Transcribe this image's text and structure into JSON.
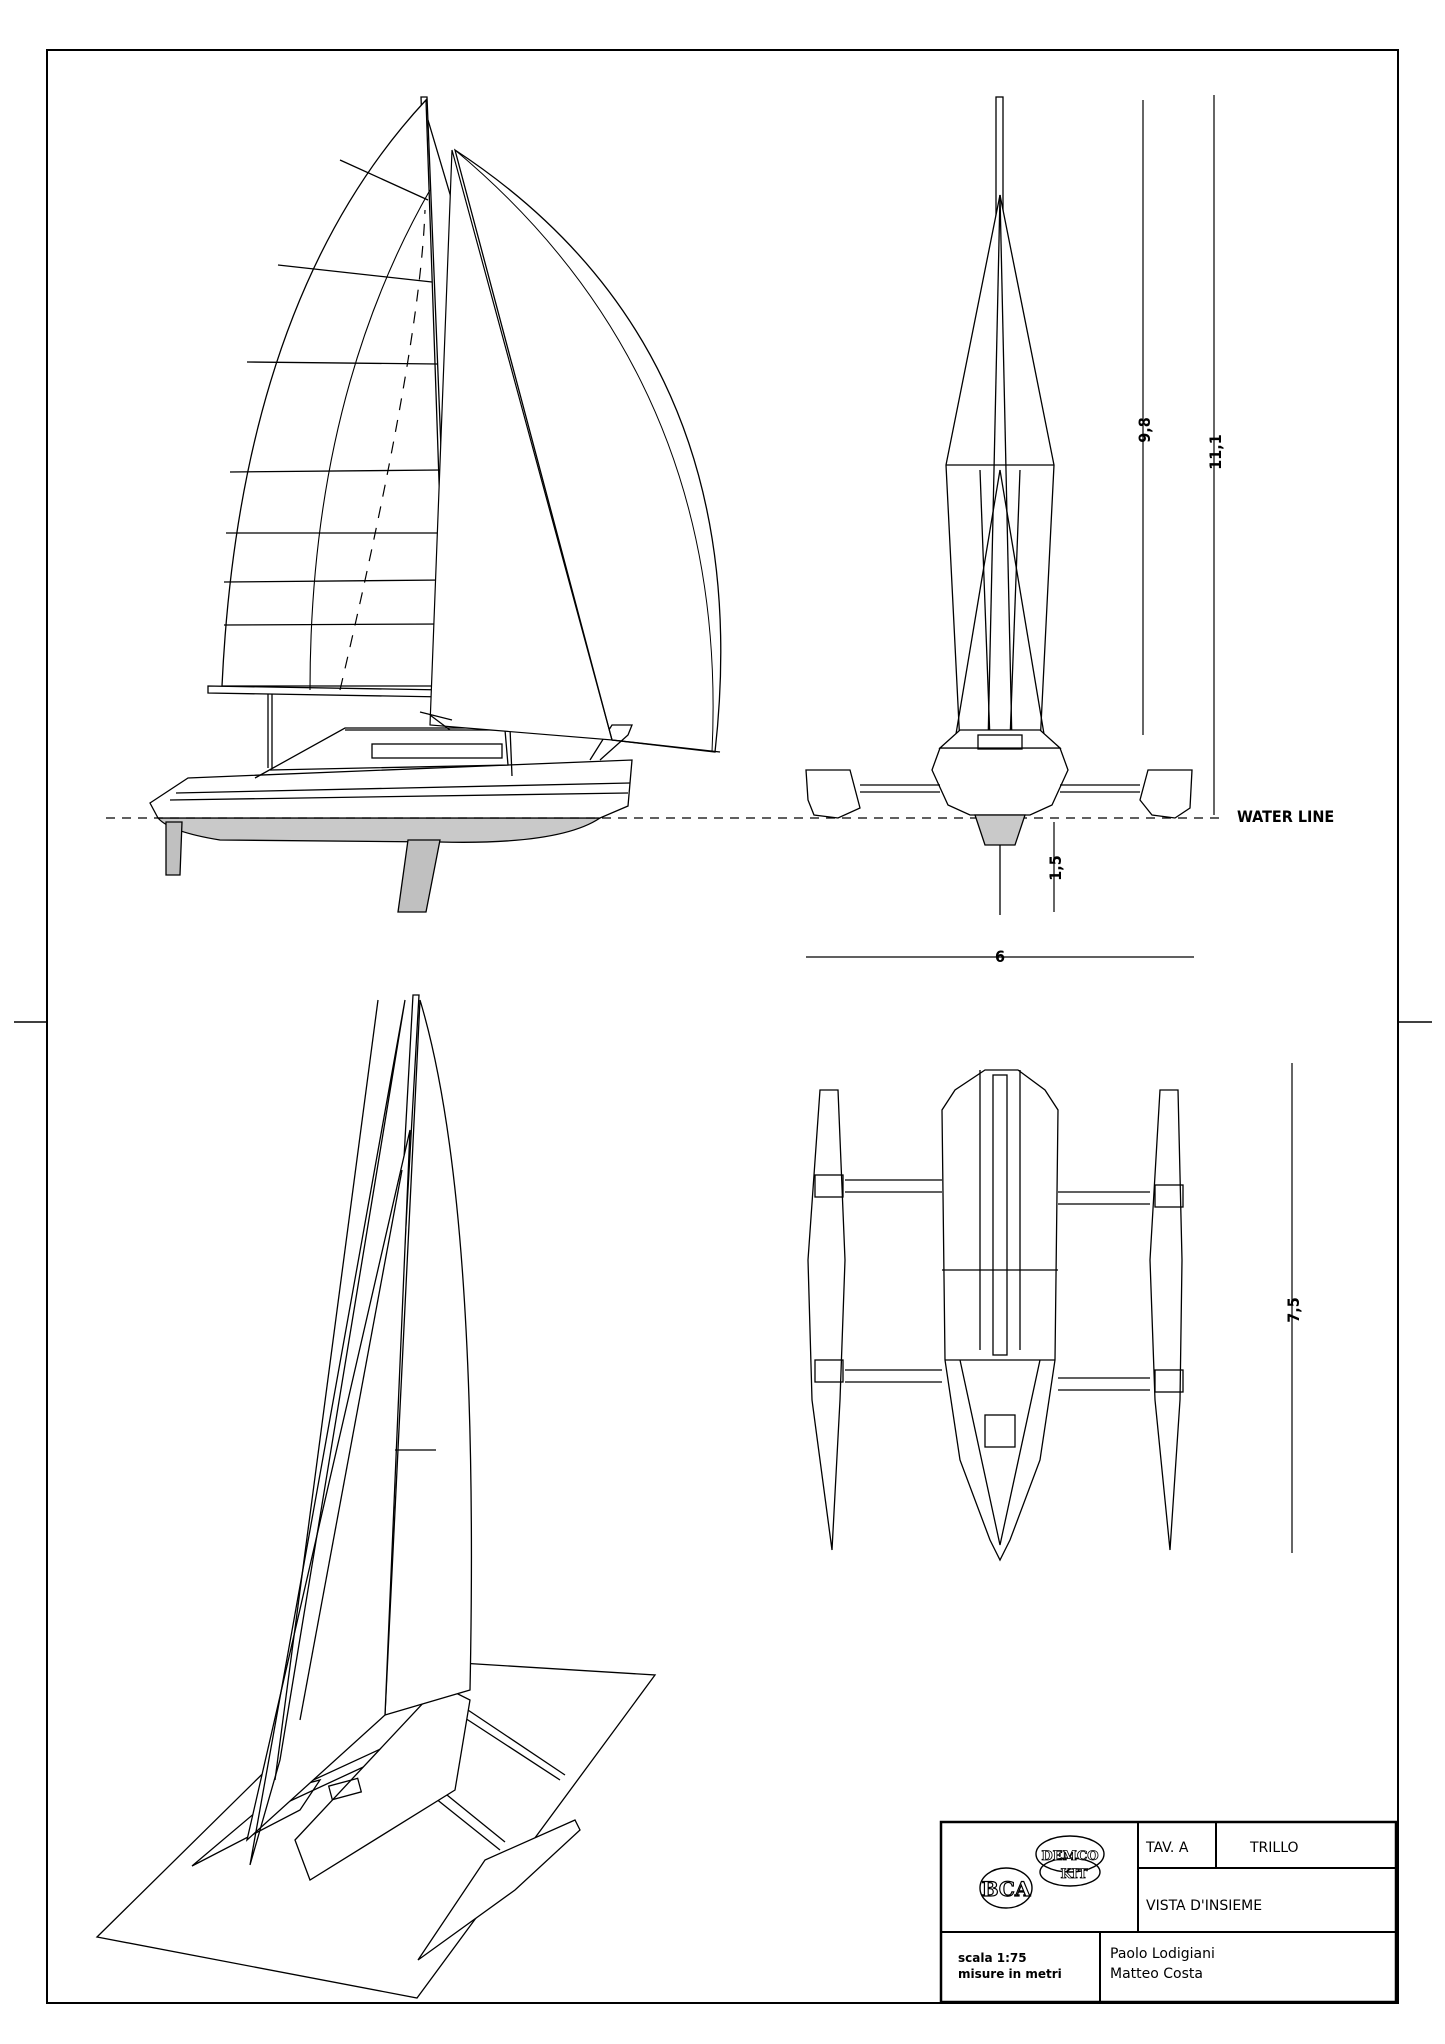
{
  "drawing": {
    "water_line_label": "WATER LINE",
    "dimensions": {
      "mast_height_front": "9,8",
      "total_height": "11,1",
      "draft": "1,5",
      "beam": "6",
      "length": "7,5"
    }
  },
  "title_block": {
    "sheet_id": "TAV. A",
    "project_name": "TRILLO",
    "view_name": "VISTA D'INSIEME",
    "scale": "scala 1:75",
    "units": "misure in metri",
    "author_1": "Paolo Lodigiani",
    "author_2": "Matteo Costa",
    "logo": {
      "text_main": "BCA",
      "text_top": "DEMCO",
      "text_kit": "KIT"
    }
  }
}
